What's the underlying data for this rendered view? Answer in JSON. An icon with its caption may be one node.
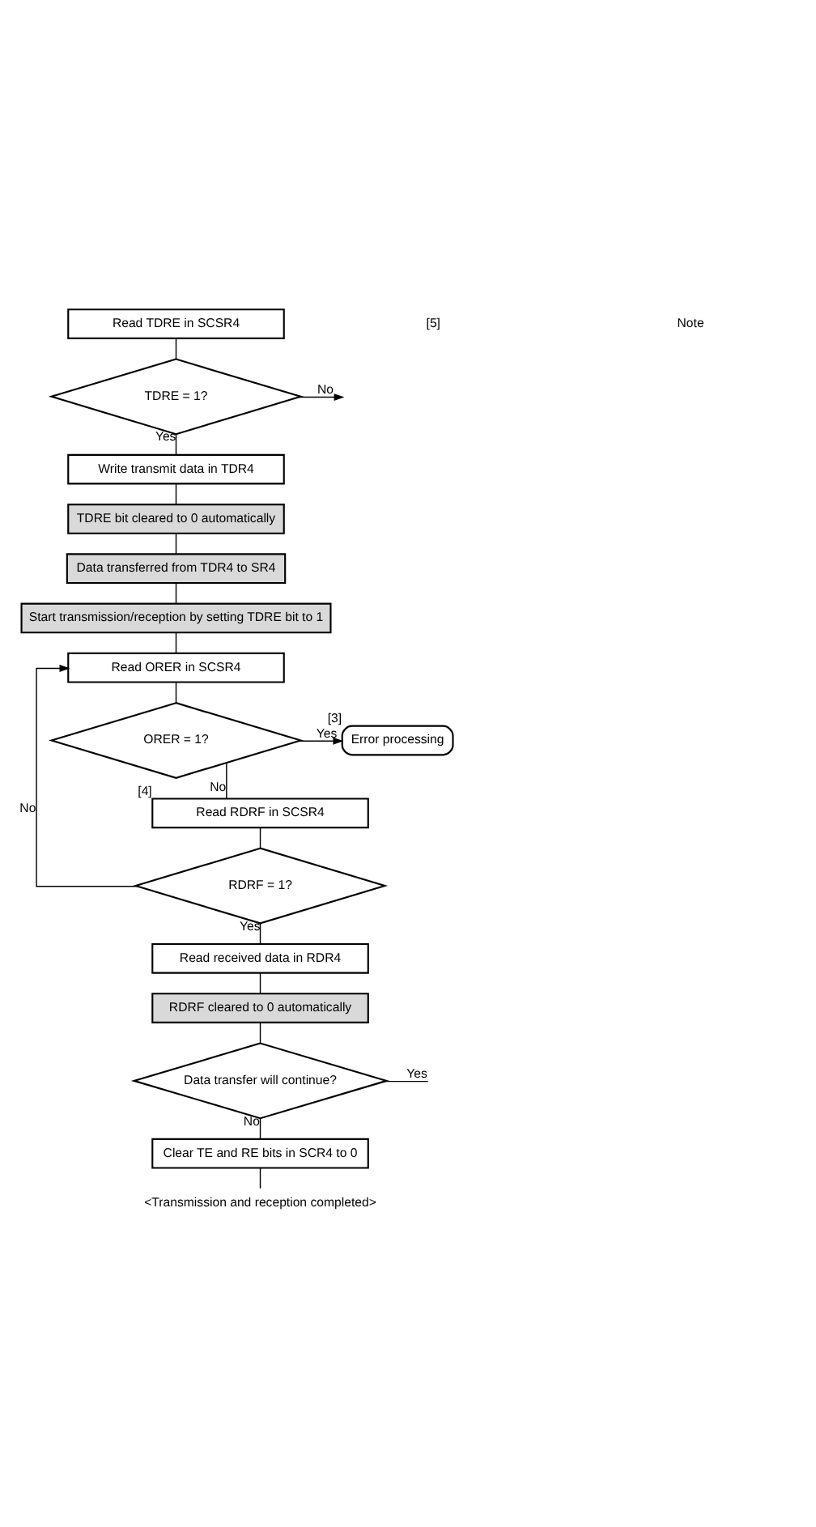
{
  "diagram": {
    "nodes": [
      {
        "text": [
          "Read TDRE in SCSR4"
        ]
      },
      {
        "text": [
          "TDRE = 1?"
        ]
      },
      {
        "text": [
          "Write transmit data in TDR4"
        ]
      },
      {
        "text": [
          "TDRE bit cleared to 0 automatically"
        ]
      },
      {
        "text": [
          "Data transferred from TDR4 to SR4"
        ]
      },
      {
        "text": [
          "Start transmission/reception by setting TDRE bit to 1"
        ]
      },
      {
        "text": [
          "Read ORER in SCSR4"
        ]
      },
      {
        "text": [
          "ORER = 1?"
        ]
      },
      {
        "text": [
          "Error processing"
        ],
        "beside": [
          "[3]"
        ]
      },
      {
        "text": [
          "Read RDRF in SCSR4"
        ],
        "beside": [
          "[4]"
        ]
      },
      {
        "text": [
          "RDRF = 1?"
        ]
      },
      {
        "text": [
          "Read received data in RDR4"
        ]
      },
      {
        "text": [
          "RDRF cleared to 0 automatically"
        ]
      },
      {
        "text": [
          "Data transfer will continue?"
        ]
      },
      {
        "text": [
          "Clear TE and RE bits in SCR4 to 0"
        ]
      },
      {
        "text": [
          "<Transmission and reception completed>"
        ]
      }
    ],
    "edges": [
      {
        "from": 0,
        "to": 1,
        "arrow": "none"
      },
      {
        "from": 1,
        "to": null,
        "arrow": "to",
        "label": "No"
      },
      {
        "from": 1,
        "to": 2,
        "arrow": "none",
        "label": "Yes"
      },
      {
        "from": 2,
        "to": 3,
        "arrow": "none"
      },
      {
        "from": 3,
        "to": 4,
        "arrow": "none"
      },
      {
        "from": 4,
        "to": 5,
        "arrow": "none"
      },
      {
        "from": 5,
        "to": 6,
        "arrow": "none"
      },
      {
        "from": 6,
        "to": 7,
        "arrow": "none"
      },
      {
        "from": 7,
        "to": 8,
        "arrow": "to",
        "label": "Yes"
      },
      {
        "from": 7,
        "to": 9,
        "arrow": "none",
        "label": "No"
      },
      {
        "from": 9,
        "to": 10,
        "arrow": "none"
      },
      {
        "from": 10,
        "to": 6,
        "arrow": "to",
        "label": "No"
      },
      {
        "from": 10,
        "to": 11,
        "arrow": "none",
        "label": "Yes"
      },
      {
        "from": 11,
        "to": 12,
        "arrow": "none"
      },
      {
        "from": 12,
        "to": 13,
        "arrow": "none"
      },
      {
        "from": 13,
        "to": null,
        "arrow": "none",
        "label": "Yes"
      },
      {
        "from": 13,
        "to": 14,
        "arrow": "none",
        "label": "No"
      },
      {
        "from": 14,
        "to": 15,
        "arrow": "none"
      }
    ],
    "labels": [
      "[5]",
      "Note"
    ]
  }
}
